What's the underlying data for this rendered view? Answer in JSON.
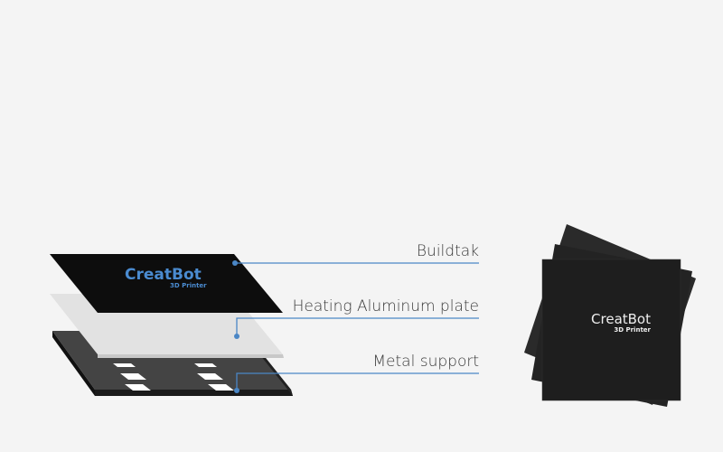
{
  "layers": [
    {
      "label": "Buildtak",
      "logo_text": "CreatBot",
      "logo_sub": "3D Printer"
    },
    {
      "label": "Heating Aluminum plate"
    },
    {
      "label": "Metal support"
    }
  ],
  "product": {
    "logo_text": "CreatBot",
    "logo_sub": "3D Printer"
  },
  "colors": {
    "callout": "#4a86c5",
    "logo_blue": "#4a8bd0",
    "background": "#f4f4f4"
  }
}
